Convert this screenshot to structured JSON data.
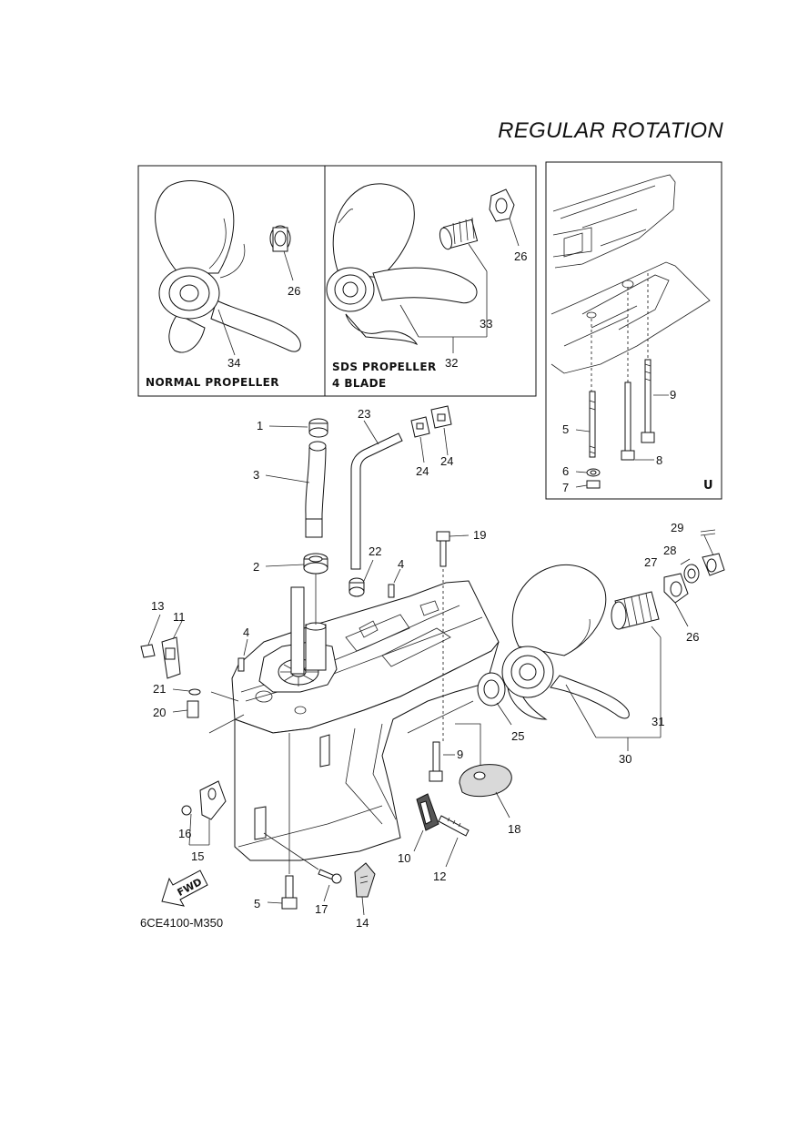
{
  "header": {
    "title": "REGULAR ROTATION"
  },
  "footer": {
    "diagram_code": "6CE4100-M350"
  },
  "inset_boxes": {
    "normal_propeller": {
      "label": "NORMAL PROPELLER"
    },
    "sds_propeller": {
      "label_line1": "SDS PROPELLER",
      "label_line2": "4 BLADE"
    },
    "u_box": {
      "label": "U"
    }
  },
  "fwd_arrow": {
    "label": "FWD"
  },
  "part_callouts": [
    {
      "id": "c34",
      "label": "34"
    },
    {
      "id": "c26a",
      "label": "26"
    },
    {
      "id": "c26b",
      "label": "26"
    },
    {
      "id": "c33",
      "label": "33"
    },
    {
      "id": "c32",
      "label": "32"
    },
    {
      "id": "c9a",
      "label": "9"
    },
    {
      "id": "c5a",
      "label": "5"
    },
    {
      "id": "c8",
      "label": "8"
    },
    {
      "id": "c6",
      "label": "6"
    },
    {
      "id": "c7",
      "label": "7"
    },
    {
      "id": "c1",
      "label": "1"
    },
    {
      "id": "c3",
      "label": "3"
    },
    {
      "id": "c23",
      "label": "23"
    },
    {
      "id": "c24a",
      "label": "24"
    },
    {
      "id": "c24b",
      "label": "24"
    },
    {
      "id": "c2",
      "label": "2"
    },
    {
      "id": "c22",
      "label": "22"
    },
    {
      "id": "c4a",
      "label": "4"
    },
    {
      "id": "c19",
      "label": "19"
    },
    {
      "id": "c13",
      "label": "13"
    },
    {
      "id": "c11",
      "label": "11"
    },
    {
      "id": "c4b",
      "label": "4"
    },
    {
      "id": "c21",
      "label": "21"
    },
    {
      "id": "c20",
      "label": "20"
    },
    {
      "id": "c29",
      "label": "29"
    },
    {
      "id": "c28",
      "label": "28"
    },
    {
      "id": "c27",
      "label": "27"
    },
    {
      "id": "c26c",
      "label": "26"
    },
    {
      "id": "c31",
      "label": "31"
    },
    {
      "id": "c30",
      "label": "30"
    },
    {
      "id": "c25",
      "label": "25"
    },
    {
      "id": "c9b",
      "label": "9"
    },
    {
      "id": "c18",
      "label": "18"
    },
    {
      "id": "c16",
      "label": "16"
    },
    {
      "id": "c15",
      "label": "15"
    },
    {
      "id": "c10",
      "label": "10"
    },
    {
      "id": "c12",
      "label": "12"
    },
    {
      "id": "c5b",
      "label": "5"
    },
    {
      "id": "c17",
      "label": "17"
    },
    {
      "id": "c14",
      "label": "14"
    }
  ]
}
